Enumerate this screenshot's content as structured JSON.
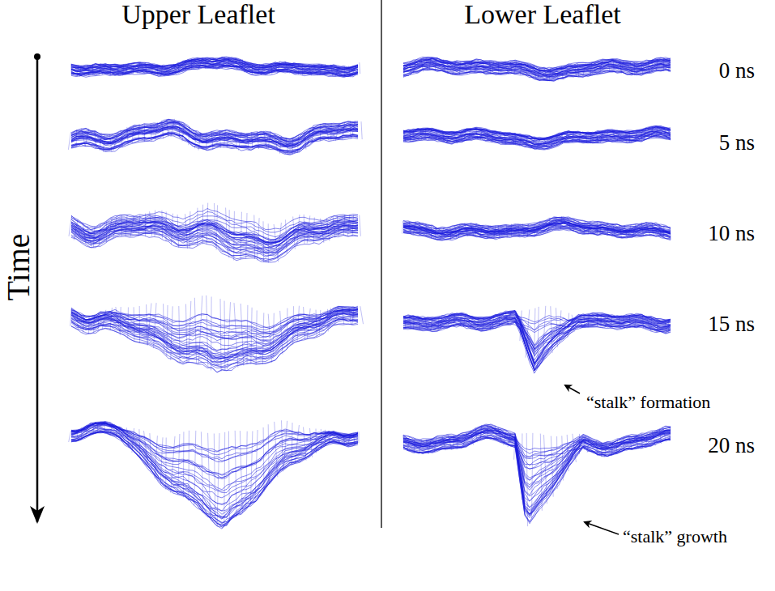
{
  "diagram": {
    "labels": [
      "Upper Leaflet",
      "Lower Leaflet",
      "Time",
      "0 ns",
      "5 ns",
      "10 ns",
      "15 ns",
      "20 ns",
      "“stalk” formation",
      "“stalk” growth"
    ]
  }
}
